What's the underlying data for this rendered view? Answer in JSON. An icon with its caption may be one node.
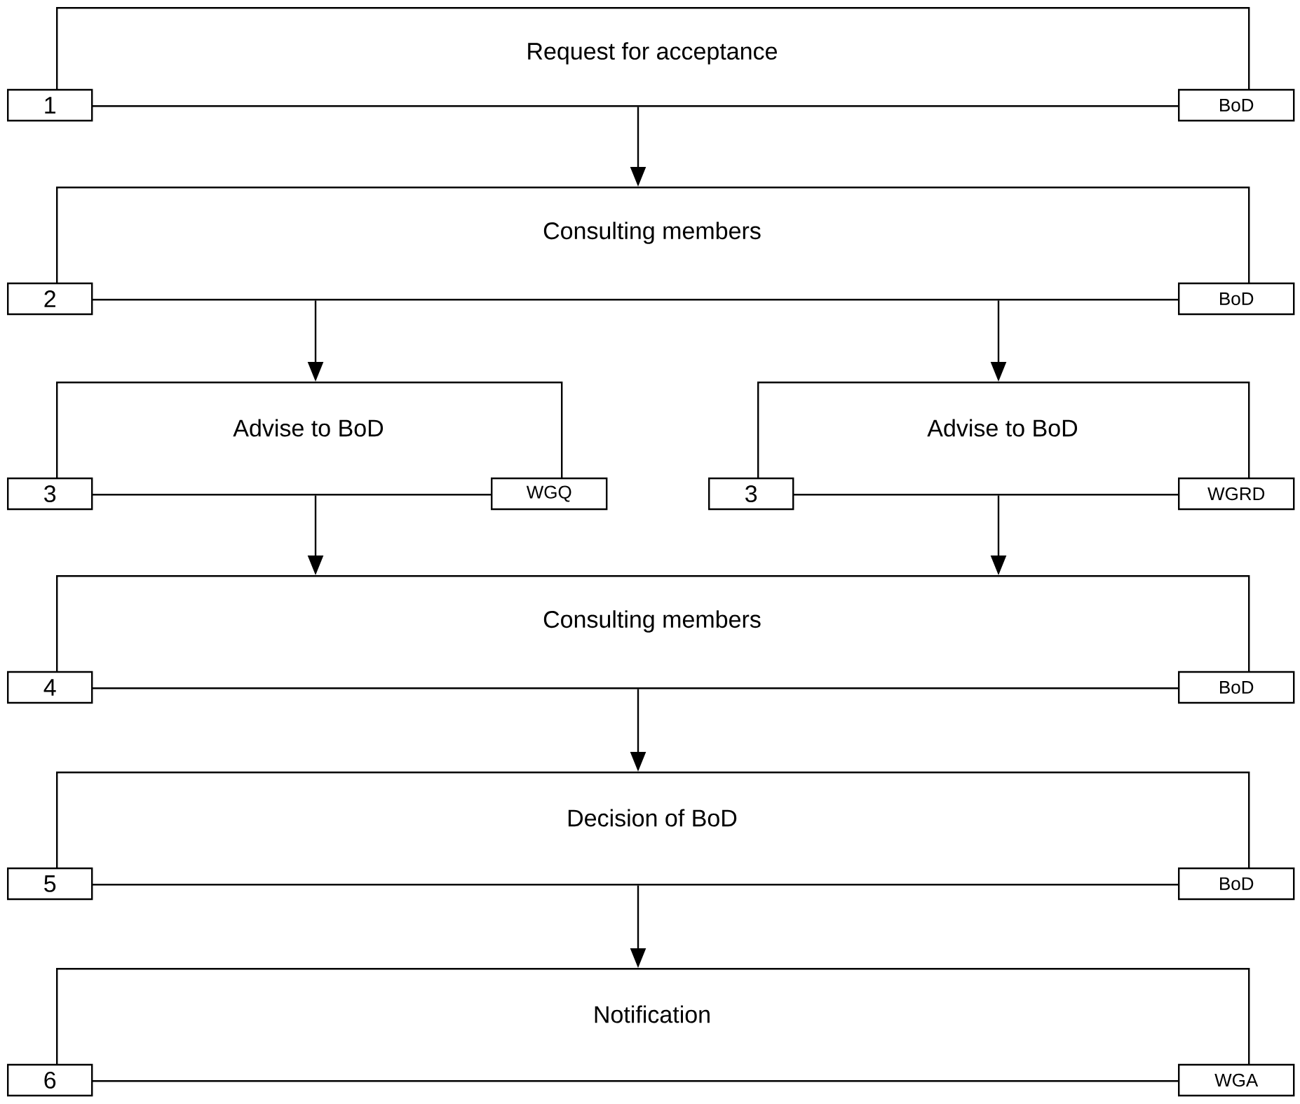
{
  "diagram": {
    "nodes": [
      {
        "text": [
          "Request for acceptance"
        ]
      },
      {
        "text": [
          "1"
        ]
      },
      {
        "text": [
          "BoD"
        ]
      },
      {
        "text": [
          "Consulting members"
        ]
      },
      {
        "text": [
          "2"
        ]
      },
      {
        "text": [
          "BoD"
        ]
      },
      {
        "text": [
          "Advise to BoD"
        ]
      },
      {
        "text": [
          "3"
        ]
      },
      {
        "text": [
          "WGQ"
        ]
      },
      {
        "text": [
          "Advise to BoD"
        ]
      },
      {
        "text": [
          "3"
        ]
      },
      {
        "text": [
          "WGRD"
        ]
      },
      {
        "text": [
          "Consulting members"
        ]
      },
      {
        "text": [
          "4"
        ]
      },
      {
        "text": [
          "BoD"
        ]
      },
      {
        "text": [
          "Decision of BoD"
        ]
      },
      {
        "text": [
          "5"
        ]
      },
      {
        "text": [
          "BoD"
        ]
      },
      {
        "text": [
          "Notification"
        ]
      },
      {
        "text": [
          "6"
        ]
      },
      {
        "text": [
          "WGA"
        ]
      }
    ],
    "edges": [
      {
        "from": 0,
        "to": 3,
        "arrow": "to"
      },
      {
        "from": 3,
        "to": 6,
        "arrow": "to"
      },
      {
        "from": 3,
        "to": 9,
        "arrow": "to"
      },
      {
        "from": 6,
        "to": 12,
        "arrow": "to"
      },
      {
        "from": 9,
        "to": 12,
        "arrow": "to"
      },
      {
        "from": 12,
        "to": 15,
        "arrow": "to"
      },
      {
        "from": 15,
        "to": 18,
        "arrow": "to"
      }
    ]
  }
}
